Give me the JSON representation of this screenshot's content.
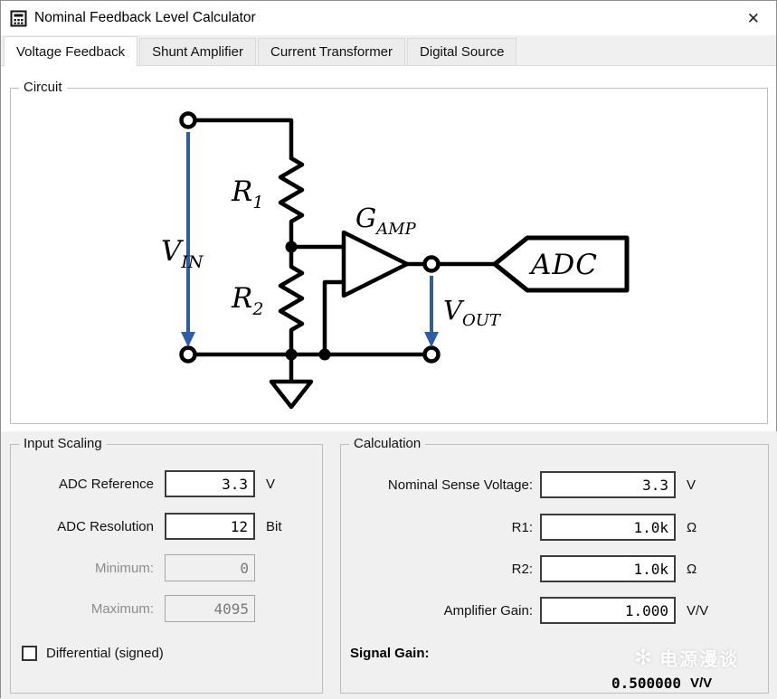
{
  "window": {
    "title": "Nominal Feedback Level Calculator",
    "close_glyph": "✕"
  },
  "tabs": [
    {
      "label": "Voltage Feedback"
    },
    {
      "label": "Shunt Amplifier"
    },
    {
      "label": "Current Transformer"
    },
    {
      "label": "Digital Source"
    }
  ],
  "circuit": {
    "legend": "Circuit",
    "labels": {
      "vin": {
        "main": "V",
        "sub": "IN"
      },
      "r1": {
        "main": "R",
        "sub": "1"
      },
      "r2": {
        "main": "R",
        "sub": "2"
      },
      "gamp": {
        "main": "G",
        "sub": "AMP"
      },
      "vout": {
        "main": "V",
        "sub": "OUT"
      },
      "adc": "ADC"
    },
    "colors": {
      "wire": "#000000",
      "arrow": "#2e5da6"
    }
  },
  "input_scaling": {
    "legend": "Input Scaling",
    "rows": [
      {
        "label": "ADC Reference",
        "value": "3.3",
        "unit": "V"
      },
      {
        "label": "ADC Resolution",
        "value": "12",
        "unit": "Bit"
      },
      {
        "label": "Minimum:",
        "value": "0",
        "unit": ""
      },
      {
        "label": "Maximum:",
        "value": "4095",
        "unit": ""
      }
    ],
    "checkbox": {
      "label": "Differential (signed)",
      "checked": false
    }
  },
  "calculation": {
    "legend": "Calculation",
    "rows": [
      {
        "label": "Nominal Sense Voltage:",
        "value": "3.3",
        "unit": "V"
      },
      {
        "label": "R1:",
        "value": "1.0k",
        "unit": "Ω"
      },
      {
        "label": "R2:",
        "value": "1.0k",
        "unit": "Ω"
      },
      {
        "label": "Amplifier Gain:",
        "value": "1.000",
        "unit": "V/V"
      }
    ],
    "signal_gain": {
      "label": "Signal Gain:",
      "value": "0.500000",
      "unit": "V/V"
    }
  },
  "watermark": {
    "icon_glyph": "✻",
    "text": "电源漫谈"
  }
}
